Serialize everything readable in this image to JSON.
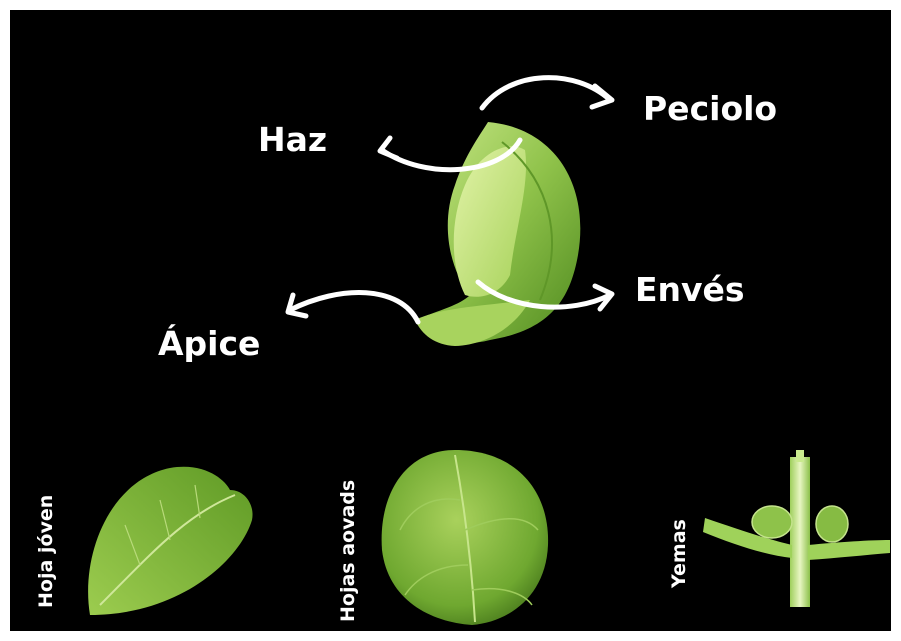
{
  "labels": {
    "haz": "Haz",
    "peciolo": "Peciolo",
    "enves": "Envés",
    "apice": "Ápice"
  },
  "captions": {
    "hoja_joven": "Hoja jóven",
    "hojas_aovadas": "Hojas aovads",
    "yemas": "Yemas"
  },
  "colors": {
    "background": "#000000",
    "text": "#ffffff",
    "leaf_light": "#b9de6a",
    "leaf_mid": "#7fb136",
    "leaf_dark": "#4f8a1f"
  },
  "icons": {
    "arrow": "curved-arrow-icon"
  }
}
